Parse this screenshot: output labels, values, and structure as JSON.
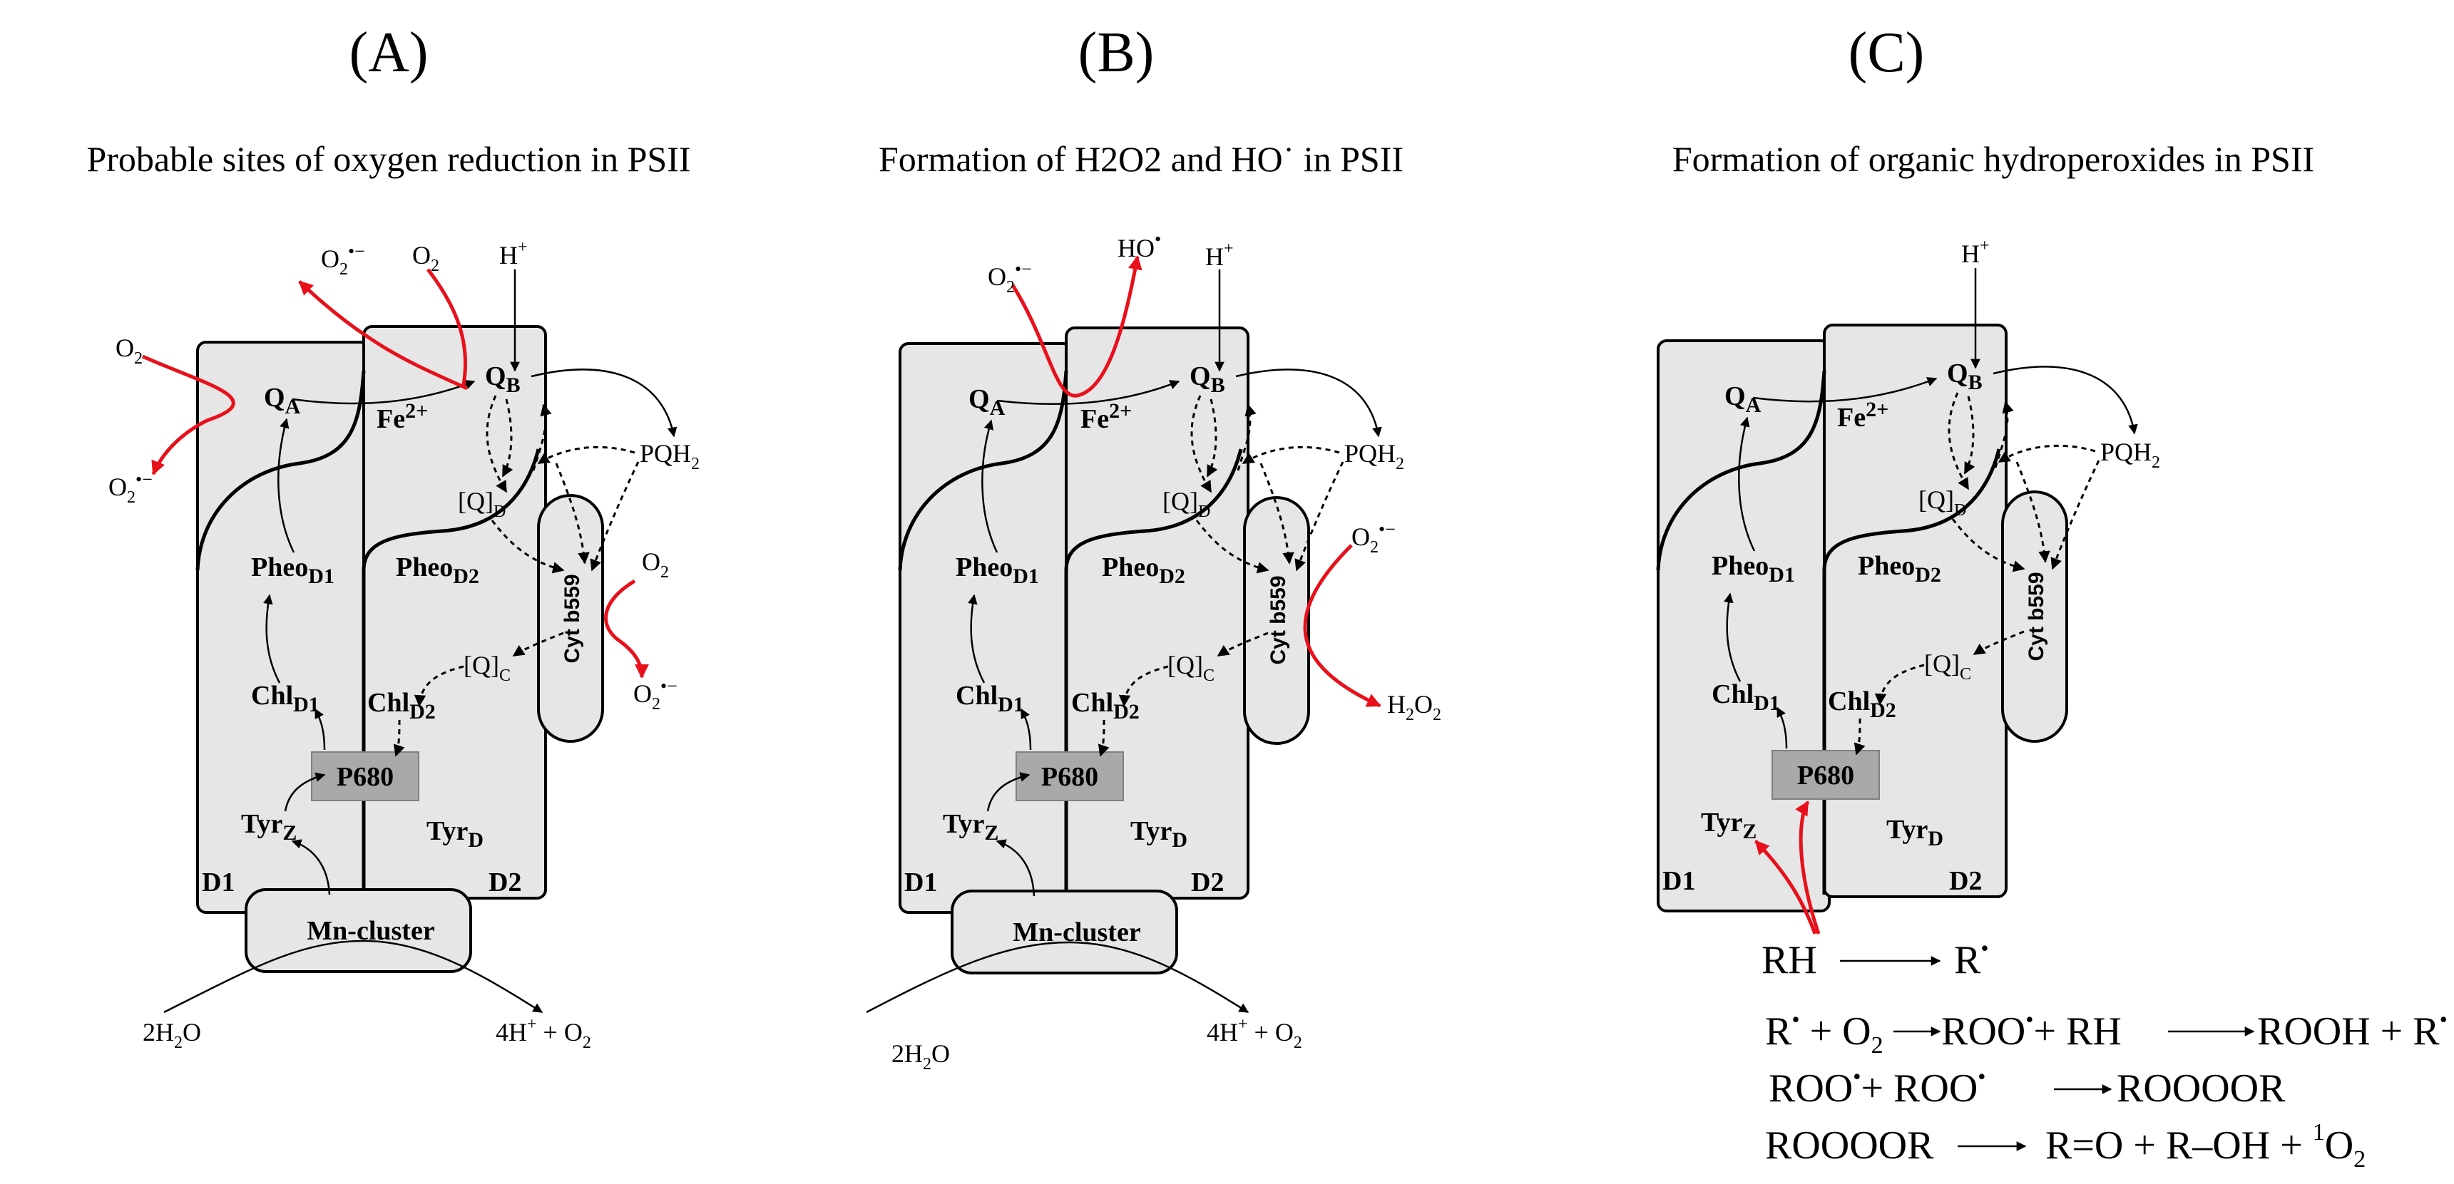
{
  "panels": [
    {
      "label": "(A)",
      "title": "Probable sites of oxygen reduction in PSII"
    },
    {
      "label": "(B)",
      "title": "Formation of H2O2 and HO˙ in PSII"
    },
    {
      "label": "(C)",
      "title": "Formation of organic hydroperoxides in PSII"
    }
  ],
  "nodes": {
    "qa": "Q",
    "qa_sub": "A",
    "qb": "Q",
    "qb_sub": "B",
    "fe": "Fe",
    "fe_sup": "2+",
    "pheo": "Pheo",
    "pheo_d1_sub": "D1",
    "pheo_d2_sub": "D2",
    "chl": "Chl",
    "chl_d1_sub": "D1",
    "chl_d2_sub": "D2",
    "p680": "P680",
    "tyr": "Tyr",
    "tyrz_sub": "Z",
    "tyrd_sub": "D",
    "d1": "D1",
    "d2": "D2",
    "mn_cluster": "Mn-cluster",
    "cyt": "Cyt b559",
    "q": "[Q]",
    "qd_sub": "D",
    "qc_sub": "C",
    "pqh": "PQH",
    "pqh_sub": "2",
    "h_plus": "H",
    "h_sup": "+"
  },
  "species": {
    "o2": "O",
    "o2_sub": "2",
    "superoxide_sup": "•−",
    "ho": "HO",
    "ho_sup": "•",
    "h2o2_h": "H",
    "h2o2_o": "O",
    "two": "2",
    "water_left": "2H",
    "water_o": "O",
    "product_left": "4H",
    "product_mid": " + O"
  },
  "equations": {
    "e1_a": "RH",
    "e1_b": "R",
    "e2_a": "R",
    "e2_b": " + O",
    "e2_c": "ROO",
    "e2_d": "+ RH",
    "e2_e": "ROOH + R",
    "e3_a": "ROO",
    "e3_b": "+ ROO",
    "e3_c": "ROOOOR",
    "e4_a": "ROOOOR",
    "e4_b": "R=O + R–OH + ",
    "e4_c": "1",
    "e4_d": "O",
    "e4_e": "2",
    "radical_dot": "•"
  },
  "colors": {
    "protein_fill": "#e6e6e6",
    "p680_fill": "#a9a9a9",
    "red_arrow": "#e8101a"
  }
}
